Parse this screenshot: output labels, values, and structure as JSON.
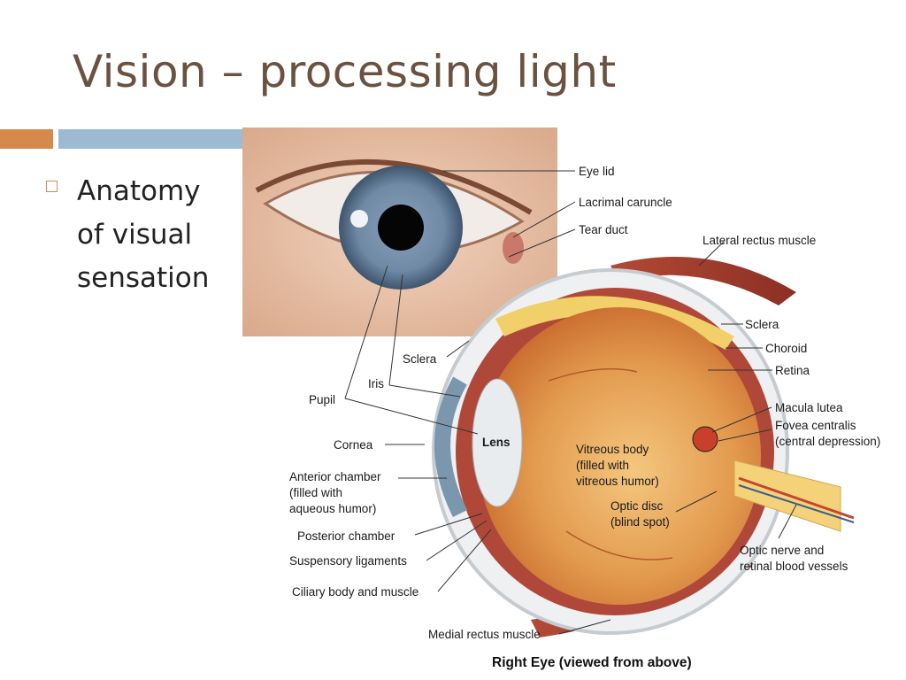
{
  "slide": {
    "title": "Vision – processing light",
    "bullet": "Anatomy of visual sensation"
  },
  "colors": {
    "title": "#6b5240",
    "accent_orange": "#d6894a",
    "accent_blue": "#9dbad3"
  },
  "labels": {
    "eye_lid": "Eye lid",
    "lacrimal_caruncle": "Lacrimal caruncle",
    "tear_duct": "Tear duct",
    "lateral_rectus": "Lateral rectus muscle",
    "sclera_right": "Sclera",
    "choroid": "Choroid",
    "retina": "Retina",
    "macula_lutea": "Macula lutea",
    "fovea_1": "Fovea centralis",
    "fovea_2": "(central depression)",
    "sclera_left": "Sclera",
    "iris": "Iris",
    "pupil": "Pupil",
    "cornea": "Cornea",
    "lens": "Lens",
    "vitreous_1": "Vitreous body",
    "vitreous_2": "(filled with",
    "vitreous_3": "vitreous humor)",
    "anterior_1": "Anterior chamber",
    "anterior_2": "(filled with",
    "anterior_3": "aqueous humor)",
    "optic_disc_1": "Optic disc",
    "optic_disc_2": "(blind spot)",
    "posterior_chamber": "Posterior chamber",
    "suspensory": "Suspensory ligaments",
    "ciliary": "Ciliary body and muscle",
    "optic_nerve_1": "Optic nerve and",
    "optic_nerve_2": "retinal blood vessels",
    "medial_rectus": "Medial rectus muscle",
    "caption": "Right Eye (viewed from above)"
  }
}
